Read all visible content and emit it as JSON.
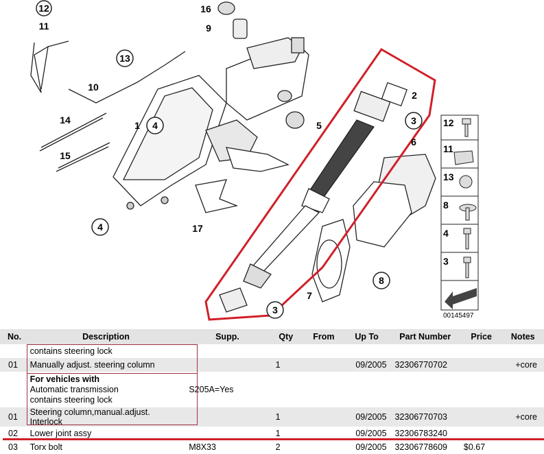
{
  "diagram": {
    "callouts": [
      "12",
      "11",
      "16",
      "9",
      "13",
      "10",
      "1",
      "4",
      "14",
      "15",
      "5",
      "4",
      "17",
      "2",
      "3",
      "6",
      "7",
      "8",
      "3"
    ],
    "legend": [
      "12",
      "11",
      "13",
      "8",
      "4",
      "3"
    ],
    "drawing_code": "00145497",
    "highlight_color": "#d0202a"
  },
  "table": {
    "headers": {
      "no": "No.",
      "description": "Description",
      "supp": "Supp.",
      "qty": "Qty",
      "from": "From",
      "up_to": "Up To",
      "part_number": "Part Number",
      "price": "Price",
      "notes": "Notes"
    },
    "rows": [
      {
        "no": "",
        "desc": "contains steering lock",
        "supp": "",
        "qty": "",
        "from": "",
        "up_to": "",
        "part": "",
        "price": "",
        "notes": ""
      },
      {
        "no": "01",
        "desc": "Manually adjust. steering column",
        "supp": "",
        "qty": "1",
        "from": "",
        "up_to": "09/2005",
        "part": "32306770702",
        "price": "",
        "notes": "+core"
      },
      {
        "no": "",
        "desc_bold": "For vehicles with",
        "desc_l2": "Automatic transmission",
        "desc_l3": "contains steering lock",
        "supp": "S205A=Yes",
        "qty": "",
        "from": "",
        "up_to": "",
        "part": "",
        "price": "",
        "notes": ""
      },
      {
        "no": "01",
        "desc": "Steering column,manual.adjust. Interlock",
        "supp": "",
        "qty": "1",
        "from": "",
        "up_to": "09/2005",
        "part": "32306770703",
        "price": "",
        "notes": "+core"
      },
      {
        "no": "02",
        "desc": "Lower joint assy",
        "supp": "",
        "qty": "1",
        "from": "",
        "up_to": "09/2005",
        "part": "32306783240",
        "price": "",
        "notes": ""
      },
      {
        "no": "03",
        "desc": "Torx bolt",
        "supp": "M8X33",
        "qty": "2",
        "from": "",
        "up_to": "09/2005",
        "part": "32306778609",
        "price": "$0.67",
        "notes": ""
      }
    ]
  }
}
